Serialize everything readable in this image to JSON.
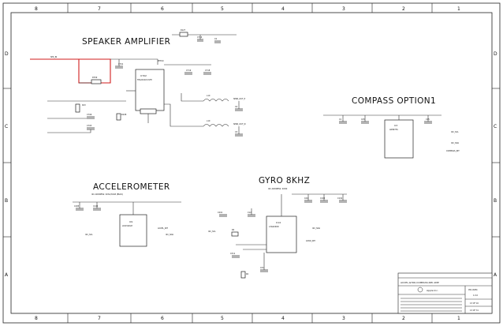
{
  "zones": {
    "columns": [
      "8",
      "7",
      "6",
      "5",
      "4",
      "3",
      "2",
      "1"
    ],
    "rows": [
      "D",
      "C",
      "B",
      "A"
    ]
  },
  "sections": {
    "speaker": "SPEAKER AMPLIFIER",
    "compass": "COMPASS OPTION1",
    "accel": "ACCELEROMETER",
    "gyro": "GYRO 8KHZ",
    "accel_addr": "I2C ADDRESS: 0X3A/3XLB (BS19)",
    "gyro_addr": "I2C ADDRESS: 0XD0"
  },
  "parts": {
    "u702": {
      "ref": "U702",
      "pn": "TPA2011D1YZH"
    },
    "u_compass": {
      "ref": "U3",
      "pn": "AK8973S"
    },
    "u_accel": {
      "ref": "U9",
      "pn": "LIS331DLH"
    },
    "u_gyro": {
      "ref": "U14",
      "pn": "L3G4200D"
    },
    "l10": "L10",
    "l10b": "L10",
    "r127": "R127",
    "r13": "R13",
    "r709": "R709",
    "r108": "R108",
    "r4": "R4",
    "r2": "R2",
    "c704": "C704",
    "c719": "C719",
    "c718": "C718",
    "c706": "C706",
    "c703": "C703",
    "c701": "C701",
    "c4": "C4",
    "c3": "C3",
    "c1": "C1",
    "c25": "C25",
    "c15": "C15",
    "c2": "C2",
    "c31": "C31",
    "c311": "C311",
    "c183": "C183",
    "c146": "C146",
    "c44": "C44",
    "c102": "C102",
    "c12": "C12",
    "c191": "C191",
    "c201": "C201"
  },
  "nets": {
    "spk_in": "SPK_IN",
    "spk_out_p": "SPKR_OUT_P",
    "spk_out_n": "SPKR_OUT_N",
    "pp3v0": "PP3V0",
    "i2c_scl": "I2C_SCL",
    "i2c_sda": "I2C_SDA",
    "accel_int": "ACCEL_INT",
    "gyro_int": "GYRO_INT",
    "compass_int": "COMPASS_INT"
  },
  "titleblock": {
    "company": "Apple Inc.",
    "title": "ACCEL,GYRO,COMPASS,SPK AMP",
    "drawing_no": "051-8284",
    "rev": "1.0.0",
    "sheet": "13 OF 16",
    "page": "13 OF 31"
  }
}
